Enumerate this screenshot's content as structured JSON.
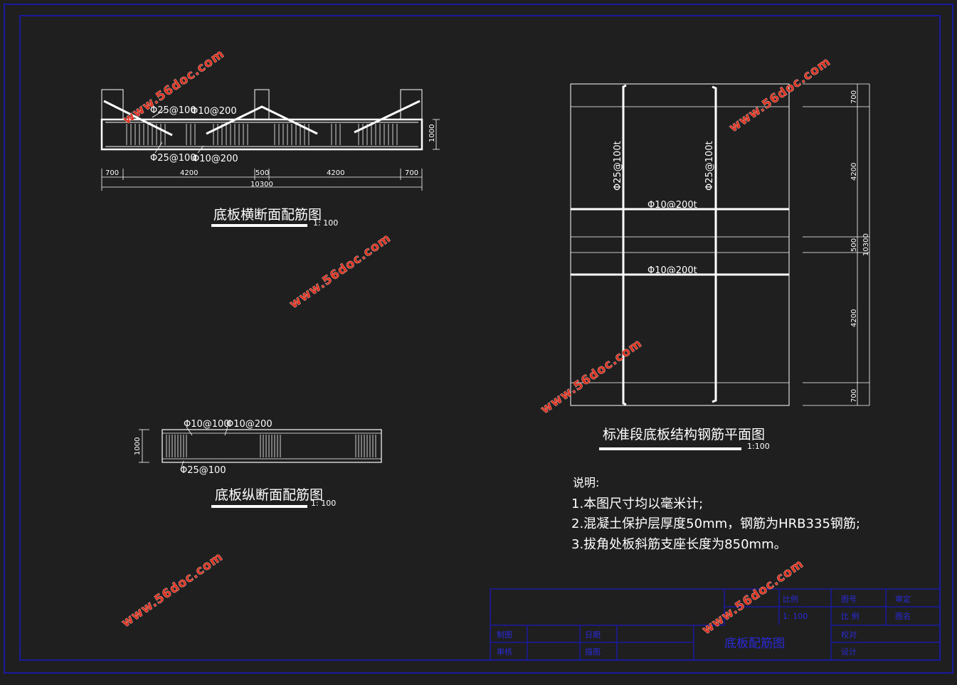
{
  "cross_section": {
    "title": "底板横断面配筋图",
    "scale": "1: 100",
    "rebar_top_1": "Φ25@100",
    "rebar_top_2": "Φ10@200",
    "rebar_bot_1": "Φ25@100",
    "rebar_bot_2": "Φ10@200",
    "height_dim": "1000",
    "dims": [
      "700",
      "4200",
      "500",
      "4200",
      "700"
    ],
    "total_dim": "10300"
  },
  "long_section": {
    "title": "底板纵断面配筋图",
    "scale": "1: 100",
    "rebar_1": "Φ10@100",
    "rebar_2": "Φ10@200",
    "rebar_3": "Φ25@100",
    "height_dim": "1000"
  },
  "plan": {
    "title": "标准段底板结构钢筋平面图",
    "scale": "1:100",
    "rebar_v1": "Φ25@100t",
    "rebar_v2": "Φ25@100t",
    "rebar_h1": "Φ10@200t",
    "rebar_h2": "Φ10@200t",
    "dims": [
      "700",
      "4200",
      "500",
      "4200",
      "700"
    ],
    "total_dim": "10300"
  },
  "notes": {
    "heading": "说明:",
    "items": [
      "1.本图尺寸均以毫米计;",
      "2.混凝土保护层厚度50mm，钢筋为HRB335钢筋;",
      "3.拔角处板斜筋支座长度为850mm。"
    ]
  },
  "title_block": {
    "drawing_name": "底板配筋图",
    "cells": [
      "比例",
      "1: 100",
      "图号",
      "比 例",
      "制图",
      "审核",
      "日期",
      "描图",
      "校对",
      "设计",
      "审定",
      "图名"
    ]
  },
  "watermark": {
    "text": "www.56doc.com"
  },
  "colors": {
    "background": "#1f1f1f",
    "frame": "#1a1a9e",
    "line": "#ffffff",
    "watermark": "#e0301e"
  }
}
